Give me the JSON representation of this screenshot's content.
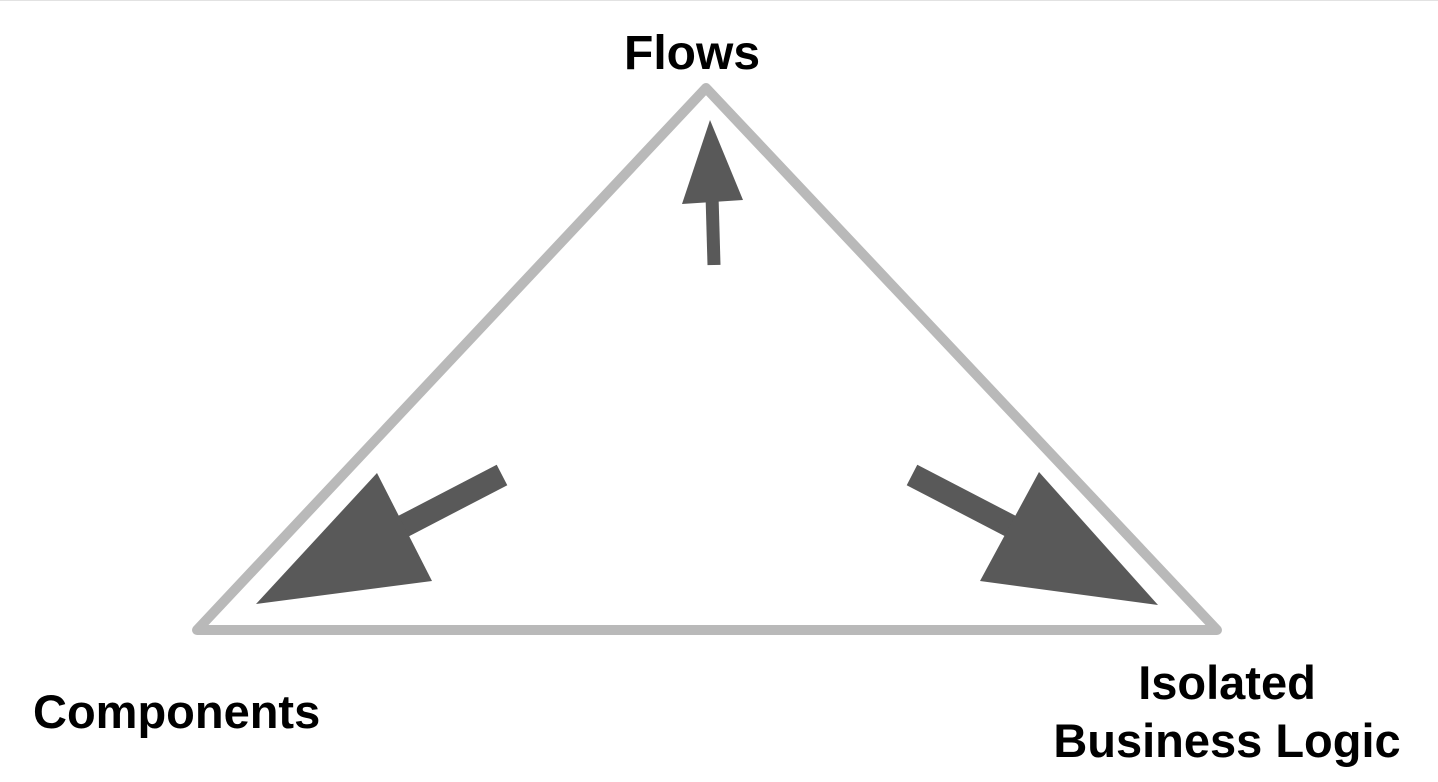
{
  "diagram": {
    "vertices": {
      "top": {
        "label": "Flows"
      },
      "bottom_left": {
        "label": "Components"
      },
      "bottom_right": {
        "label_lines": [
          "Isolated",
          "Business Logic"
        ]
      }
    },
    "arrows": [
      {
        "direction": "up",
        "points_to": "Flows"
      },
      {
        "direction": "down-left",
        "points_to": "Components"
      },
      {
        "direction": "down-right",
        "points_to": "Isolated Business Logic"
      }
    ],
    "colors": {
      "triangle_outline": "#b9b9b9",
      "arrows": "#595959",
      "text": "#000000",
      "background": "#ffffff"
    }
  }
}
